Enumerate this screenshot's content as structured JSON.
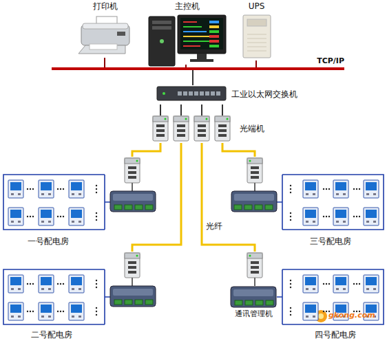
{
  "diagram": {
    "nodes": [
      {
        "text": [
          "打印机"
        ]
      },
      {
        "text": [
          "主控机"
        ]
      },
      {
        "text": [
          "UPS"
        ]
      },
      {
        "text": [
          "TCP/IP"
        ]
      },
      {
        "text": [
          "工业以太网交换机"
        ]
      },
      {
        "text": [
          "光端机"
        ]
      },
      {
        "text": [
          "一号配电房"
        ]
      },
      {
        "text": [
          "二号配电房"
        ]
      },
      {
        "text": [
          "三号配电房"
        ]
      },
      {
        "text": [
          "四号配电房"
        ]
      },
      {
        "text": [
          "通讯管理机"
        ],
        "in": 9
      }
    ],
    "edges": [
      {
        "from": 0,
        "to": 3,
        "arrow": "none"
      },
      {
        "from": 1,
        "to": 3,
        "arrow": "none"
      },
      {
        "from": 2,
        "to": 3,
        "arrow": "none"
      },
      {
        "from": 3,
        "to": 4,
        "arrow": "none"
      },
      {
        "from": 4,
        "to": 5,
        "arrow": "none"
      },
      {
        "from": 5,
        "to": 6,
        "arrow": "none"
      },
      {
        "from": 5,
        "to": 7,
        "arrow": "none"
      },
      {
        "from": 5,
        "to": 8,
        "arrow": "none"
      },
      {
        "from": 5,
        "to": 9,
        "label": "光纤",
        "arrow": "none"
      }
    ],
    "labels": [
      "gkong.com"
    ]
  }
}
